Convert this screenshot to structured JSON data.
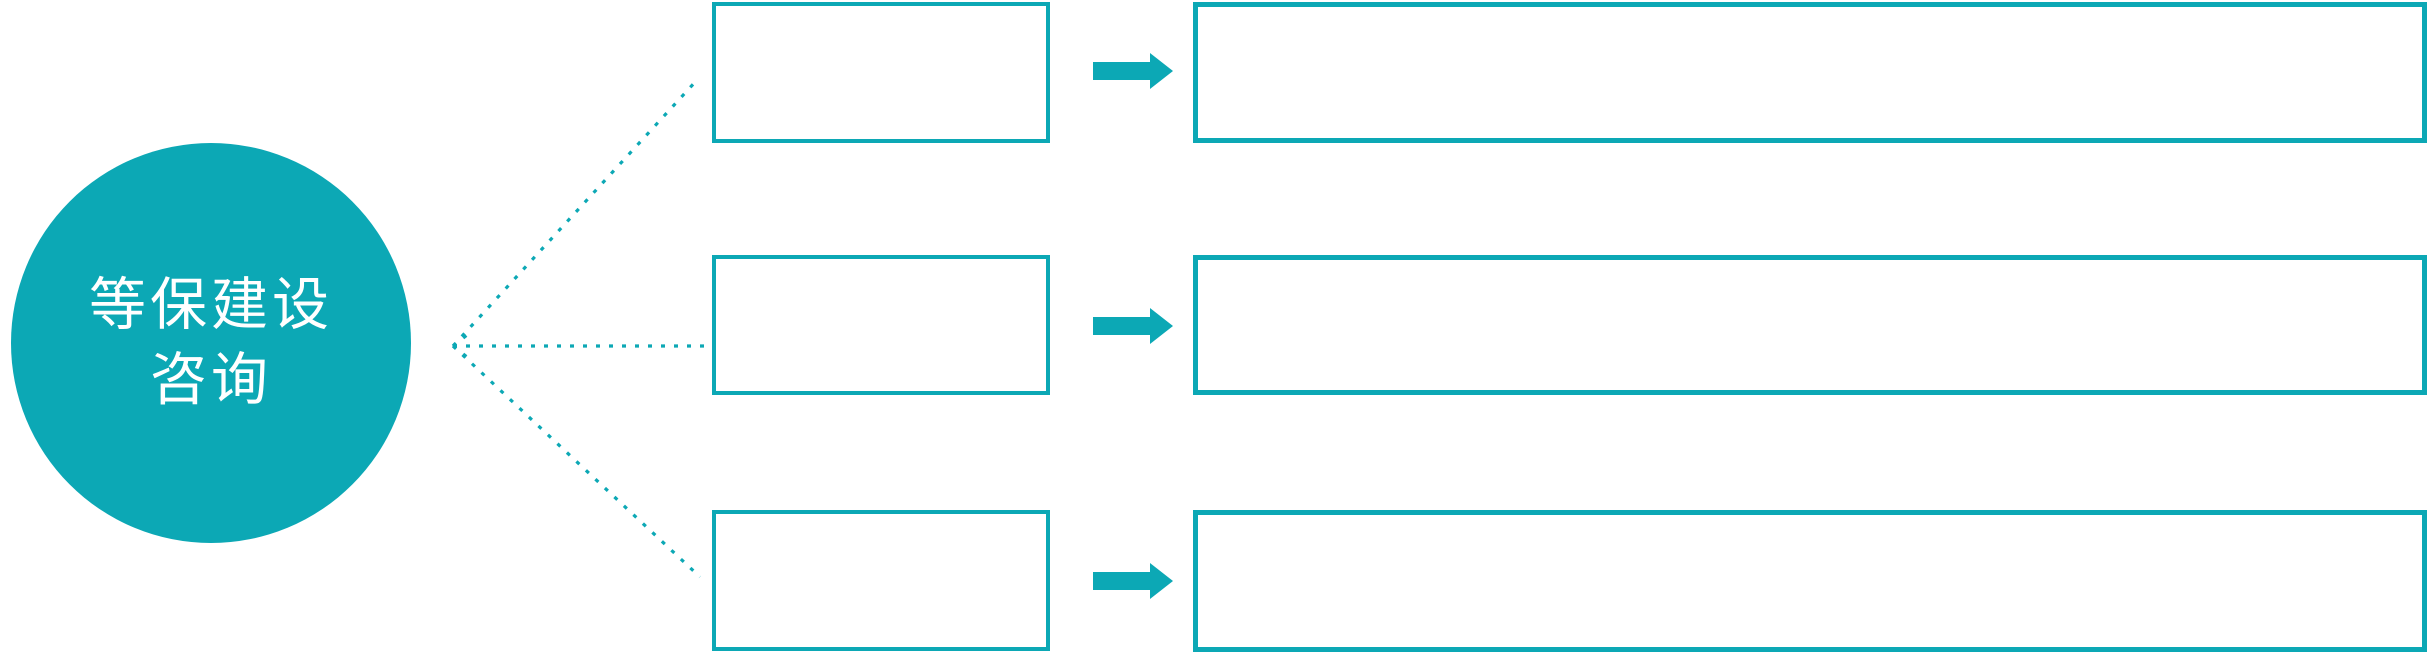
{
  "page": {
    "type": "radial-flow-diagram",
    "background": "#ffffff"
  },
  "colors": {
    "accent_teal": "#0ca8b5",
    "hub_text": "#ffffff",
    "box_fill": "#ffffff"
  },
  "hub": {
    "label": "等保建设咨询",
    "label_line1": "等保建设",
    "label_line2": "咨询"
  },
  "rows": [
    {
      "index": 1,
      "small_box_text": "",
      "large_box_text": ""
    },
    {
      "index": 2,
      "small_box_text": "",
      "large_box_text": ""
    },
    {
      "index": 3,
      "small_box_text": "",
      "large_box_text": ""
    }
  ],
  "icons": {
    "connector": "dashed-arrow-pointing-left",
    "flow": "block-arrow-right"
  }
}
